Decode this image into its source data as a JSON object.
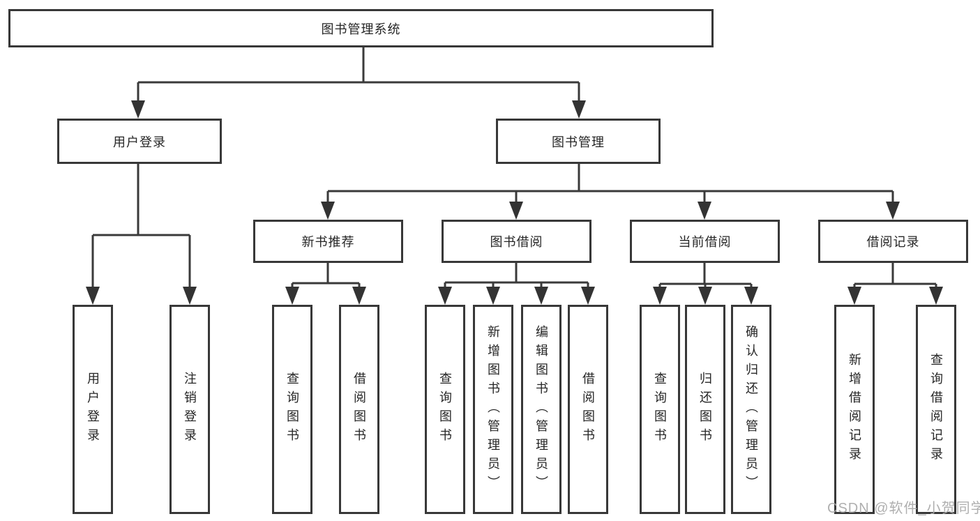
{
  "diagram": {
    "root": {
      "label": "图书管理系统"
    },
    "level2": {
      "user_login": {
        "label": "用户登录"
      },
      "book_mgmt": {
        "label": "图书管理"
      }
    },
    "level3": {
      "new_book_rec": {
        "label": "新书推荐"
      },
      "book_borrow": {
        "label": "图书借阅"
      },
      "current_borrow": {
        "label": "当前借阅"
      },
      "borrow_record": {
        "label": "借阅记录"
      }
    },
    "leaves": {
      "user_login": {
        "label": "用户登录"
      },
      "logout": {
        "label": "注销登录"
      },
      "nb_query_book": {
        "label": "查询图书"
      },
      "nb_borrow_book": {
        "label": "借阅图书"
      },
      "bb_query_book": {
        "label": "查询图书"
      },
      "bb_add_book": {
        "label": "新增图书（管理员）"
      },
      "bb_edit_book": {
        "label": "编辑图书（管理员）"
      },
      "bb_borrow_book": {
        "label": "借阅图书"
      },
      "cb_query_book": {
        "label": "查询图书"
      },
      "cb_return_book": {
        "label": "归还图书"
      },
      "cb_confirm_return": {
        "label": "确认归还（管理员）"
      },
      "br_add_record": {
        "label": "新增借阅记录"
      },
      "br_query_record": {
        "label": "查询借阅记录"
      }
    }
  },
  "watermark": {
    "text": "CSDN @软件_小贺同学"
  },
  "colors": {
    "line": "#3a3a3a",
    "border": "#383838",
    "text": "#262626",
    "watermark": "#a9a9a9",
    "background": "#ffffff"
  }
}
